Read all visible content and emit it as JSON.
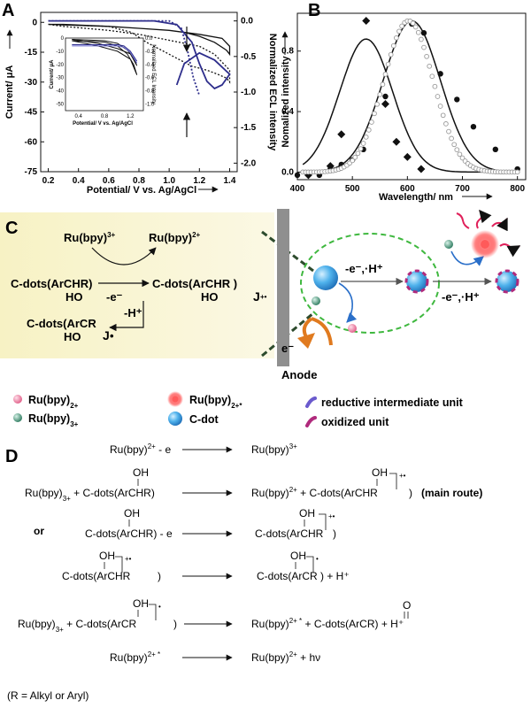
{
  "panels": {
    "a": "A",
    "b": "B",
    "c": "C",
    "d": "D"
  },
  "chart_data": [
    {
      "type": "line",
      "panel": "A",
      "xlabel": "Potential/ V vs. Ag/AgCl",
      "ylabel": "Current/ μA",
      "ylabel_right": "Normalized ECL intensity",
      "xlim": [
        0.15,
        1.45
      ],
      "ylim": [
        -75,
        5
      ],
      "y2lim": [
        -2.12,
        0.12
      ],
      "xticks": [
        "0.2",
        "0.4",
        "0.6",
        "0.8",
        "1.0",
        "1.2",
        "1.4"
      ],
      "yticks": [
        "-75",
        "-60",
        "-45",
        "-30",
        "-15",
        "0"
      ],
      "y2ticks": [
        "0.0",
        "-0.5",
        "-1.0",
        "-1.5",
        "-2.0"
      ],
      "series": [
        {
          "role": "current-cv-solid",
          "color": "#111111",
          "x": [
            0.2,
            0.6,
            0.8,
            1.0,
            1.1,
            1.2,
            1.3,
            1.38,
            1.4,
            1.4,
            1.35,
            1.2,
            1.0,
            0.8,
            0.6,
            0.3,
            0.2
          ],
          "y": [
            -1,
            -2,
            -3,
            -4,
            -5,
            -7,
            -10,
            -14,
            -16,
            -12,
            -8,
            -6,
            -4,
            -3,
            -2,
            -1,
            -1
          ]
        },
        {
          "role": "current-cv-dotted",
          "color": "#111111",
          "x": [
            0.2,
            0.6,
            0.75,
            0.85,
            0.95,
            1.05,
            1.15,
            1.25,
            1.32,
            1.38,
            1.4,
            1.4,
            1.3,
            1.2,
            1.0,
            0.8,
            0.6,
            0.3,
            0.2
          ],
          "y": [
            -1,
            -2,
            -5,
            -10,
            -14,
            -18,
            -22,
            -24,
            -26,
            -28,
            -30,
            -24,
            -16,
            -12,
            -9,
            -6,
            -4,
            -2,
            -1
          ]
        },
        {
          "role": "ecl-solid",
          "color": "#2e2e8c",
          "x": [
            0.2,
            0.9,
            1.05,
            1.15,
            1.2,
            1.25,
            1.3,
            1.35,
            1.4,
            1.3,
            1.2,
            1.1,
            1.05
          ],
          "y": [
            0,
            0,
            -0.05,
            -0.3,
            -0.6,
            -0.85,
            -0.95,
            -0.9,
            -0.75,
            -0.55,
            -0.45,
            -0.6,
            -0.9
          ]
        },
        {
          "role": "ecl-dotted",
          "color": "#2e2e8c",
          "x": [
            0.2,
            1.0,
            1.08,
            1.12,
            1.16,
            1.2
          ],
          "y": [
            0,
            0,
            -0.1,
            -0.4,
            -0.8,
            -1.05
          ]
        }
      ],
      "inset": {
        "xlabel": "Potential/ V vs. Ag/AgCl",
        "ylabel": "Current/ μA",
        "ylabel_right": "Normalized ECL Intensity",
        "xticks": [
          "0.4",
          "0.8",
          "1.2"
        ],
        "yticks": [
          "-50",
          "-40",
          "-30",
          "-20",
          "-10",
          "0"
        ],
        "y2ticks": [
          "0.0",
          "-0.2",
          "-0.4",
          "-0.6",
          "-0.8",
          "-1.0"
        ]
      }
    },
    {
      "type": "line",
      "panel": "B",
      "xlabel": "Wavelength/ nm",
      "ylabel": "Nomalized intensity",
      "xlim": [
        400,
        815
      ],
      "ylim": [
        -0.05,
        1.05
      ],
      "xticks": [
        "400",
        "500",
        "600",
        "700",
        "800"
      ],
      "yticks": [
        "0.0",
        "0.4",
        "0.8"
      ],
      "series": [
        {
          "role": "diamond-gaussian",
          "color": "#111111",
          "marker": "diamond",
          "peak": 525,
          "sigma": 48,
          "amplitude": 0.88,
          "points": [
            [
              420,
              -0.02
            ],
            [
              460,
              0.04
            ],
            [
              480,
              0.25
            ],
            [
              525,
              1.0
            ],
            [
              560,
              0.45
            ],
            [
              580,
              0.2
            ],
            [
              600,
              0.1
            ],
            [
              625,
              0.02
            ]
          ]
        },
        {
          "role": "circle-gaussian",
          "color": "#111111",
          "marker": "circle",
          "peak": 608,
          "sigma": 52,
          "amplitude": 1.0,
          "points": [
            [
              400,
              -0.02
            ],
            [
              440,
              -0.02
            ],
            [
              460,
              0.02
            ],
            [
              480,
              0.05
            ],
            [
              500,
              0.08
            ],
            [
              520,
              0.15
            ],
            [
              560,
              0.5
            ],
            [
              608,
              0.98
            ],
            [
              630,
              0.92
            ],
            [
              660,
              0.65
            ],
            [
              690,
              0.48
            ],
            [
              720,
              0.3
            ],
            [
              760,
              0.15
            ],
            [
              800,
              0.02
            ]
          ]
        },
        {
          "role": "grey-circles",
          "color": "#9a9a9a",
          "marker": "open-circle",
          "peak": 602,
          "sigma": 45,
          "amplitude": 1.0
        }
      ]
    }
  ],
  "panelC": {
    "reaction": {
      "ru3": "Ru(bpy)",
      "ru3_sup": "3+",
      "ru2": "Ru(bpy)",
      "ru2_sup": "2+",
      "reactant": "C-dots(ArCHR)",
      "reactant_ho": "HO",
      "arrow_label": "-e⁻",
      "product": "C-dots(ArCHR  )",
      "product_ho": "HO",
      "product_charge": "+•",
      "deprot_label": "-H⁺",
      "radical": "C-dots(ArCR",
      "radical_ho": "HO",
      "radical_mark": "•"
    },
    "step1": "-e⁻,·H⁺",
    "step2": "-e⁻,·H⁺",
    "electrode_label": "e⁻",
    "anode": "Anode"
  },
  "legend": {
    "ru2": "Ru(bpy)",
    "ru2_sup": "2+",
    "ru3": "Ru(bpy)",
    "ru3_sup": "3+",
    "ru2star": "Ru(bpy)",
    "ru2star_sup": "2+*",
    "cdot": "C-dot",
    "reductive": "reductive intermediate unit",
    "oxidized": "oxidized unit",
    "colors": {
      "ru2": "#e8739a",
      "ru3": "#3a8a6e",
      "ru2star": "#ff3b3b",
      "cdot": "#3ea6e8",
      "reductive": "#6a5acd",
      "oxidized": "#b02a7c"
    }
  },
  "panelD": {
    "oh": "OH",
    "o": "O",
    "eq1_left": "Ru(bpy)",
    "eq1_left_sup": "2+",
    "eq1_left_tail": " - e",
    "eq1_right": "Ru(bpy)",
    "eq1_right_sup": "3+",
    "eq2_left_a": "Ru(bpy)",
    "eq2_left_sup": "3+",
    "eq2_left_b": " + C-dots(ArCHR)",
    "eq2_right_a": "Ru(bpy)",
    "eq2_right_sup": "2+",
    "eq2_right_b": " + C-dots(ArCHR",
    "eq2_right_close": ")",
    "eq2_charge": "+•",
    "main_route": "(main route)",
    "or": "or",
    "eq3_left": "C-dots(ArCHR) - e",
    "eq3_right": "C-dots(ArCHR",
    "eq3_right_close": ")",
    "eq3_charge": "+•",
    "eq4_left": "C-dots(ArCHR",
    "eq4_left_close": ")",
    "eq4_charge": "+•",
    "eq4_right": "C-dots(ArCR",
    "eq4_right_close": ")  + H⁺",
    "eq4_rad": "•",
    "eq5_left_a": "Ru(bpy)",
    "eq5_left_sup": "3+",
    "eq5_left_b": " + C-dots(ArCR",
    "eq5_left_close": ")",
    "eq5_rad": "•",
    "eq5_right_a": "Ru(bpy)",
    "eq5_right_sup": "2+ *",
    "eq5_right_b": " + C-dots(ArCR)  + H⁺",
    "eq6_left": "Ru(bpy)",
    "eq6_left_sup": "2+ *",
    "eq6_right": "Ru(bpy)",
    "eq6_right_sup": "2+",
    "eq6_right_tail": " + hν",
    "note": "(R = Alkyl or Aryl)"
  }
}
